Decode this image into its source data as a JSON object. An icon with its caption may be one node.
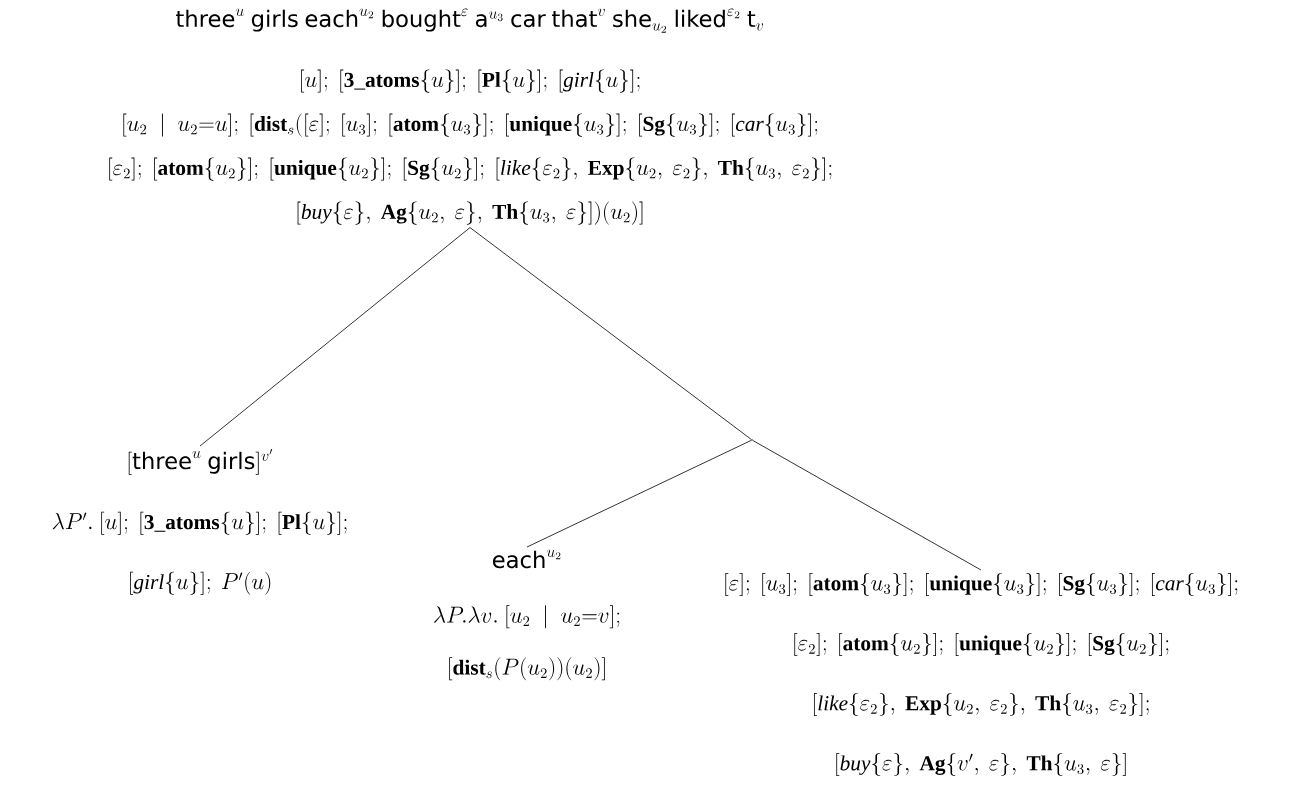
{
  "diagram": {
    "nodes": [
      {
        "text": [
          "\\textsf{three}^{u}\\ \\textsf{girls}\\ \\textsf{each}^{u_2}\\ \\textsf{bought}^{\\varepsilon}\\ \\textsf{a}^{u_3}\\ \\textsf{car}\\ \\textsf{that}^{v}\\ \\textsf{she}_{u_2}\\ \\textsf{liked}^{\\varepsilon_2}\\ \\textsf{t}_{v}",
          "[u];\\ [\\mathbf{3\\_atoms}\\{u\\}];\\ [\\mathbf{Pl}\\{u\\}];\\ [\\mathit{girl}\\{u\\}];",
          "[u_2\\ \\mid\\ u_2{=}u];\\ [\\mathbf{dist}_s([\\varepsilon];\\ [u_3];\\ [\\mathbf{atom}\\{u_3\\}];\\ [\\mathbf{unique}\\{u_3\\}];\\ [\\mathbf{Sg}\\{u_3\\}];\\ [\\mathit{car}\\{u_3\\}];",
          "[\\varepsilon_2];\\ [\\mathbf{atom}\\{u_2\\}];\\ [\\mathbf{unique}\\{u_2\\}];\\ [\\mathbf{Sg}\\{u_2\\}];\\ [\\mathit{like}\\{\\varepsilon_2\\},\\ \\mathbf{Exp}\\{u_2,\\ \\varepsilon_2\\},\\ \\mathbf{Th}\\{u_3,\\ \\varepsilon_2\\}];",
          "[\\mathit{buy}\\{\\varepsilon\\},\\ \\mathbf{Ag}\\{u_2,\\ \\varepsilon\\},\\ \\mathbf{Th}\\{u_3,\\ \\varepsilon\\}])(u_2)]"
        ]
      },
      {
        "text": [
          "[\\textsf{three}^{u}\\ \\textsf{girls}]^{v'}",
          "\\lambda P'.\\ [u];\\ [\\mathbf{3\\_atoms}\\{u\\}];\\ [\\mathbf{Pl}\\{u\\}];",
          "[\\mathit{girl}\\{u\\}];\\ P'(u)"
        ]
      },
      {
        "text": [],
        "shape": "point"
      },
      {
        "text": [
          "\\textsf{each}^{u_2}",
          "\\lambda P.\\lambda v.\\ [u_2\\ \\mid\\ u_2{=}v];",
          "[\\mathbf{dist}_s(P(u_2))(u_2)]"
        ]
      },
      {
        "text": [
          "[\\varepsilon];\\ [u_3];\\ [\\mathbf{atom}\\{u_3\\}];\\ [\\mathbf{unique}\\{u_3\\}];\\ [\\mathbf{Sg}\\{u_3\\}];\\ [\\mathit{car}\\{u_3\\}];",
          "[\\varepsilon_2];\\ [\\mathbf{atom}\\{u_2\\}];\\ [\\mathbf{unique}\\{u_2\\}];\\ [\\mathbf{Sg}\\{u_2\\}];",
          "[\\mathit{like}\\{\\varepsilon_2\\},\\ \\mathbf{Exp}\\{u_2,\\ \\varepsilon_2\\},\\ \\mathbf{Th}\\{u_3,\\ \\varepsilon_2\\}];",
          "[\\mathit{buy}\\{\\varepsilon\\},\\ \\mathbf{Ag}\\{v',\\ \\varepsilon\\},\\ \\mathbf{Th}\\{u_3,\\ \\varepsilon\\}]"
        ]
      }
    ],
    "edges": [
      {
        "from": 0,
        "to": 1,
        "arrow": "none"
      },
      {
        "from": 0,
        "to": 2,
        "arrow": "none"
      },
      {
        "from": 2,
        "to": 3,
        "arrow": "none"
      },
      {
        "from": 2,
        "to": 4,
        "arrow": "none"
      }
    ]
  }
}
